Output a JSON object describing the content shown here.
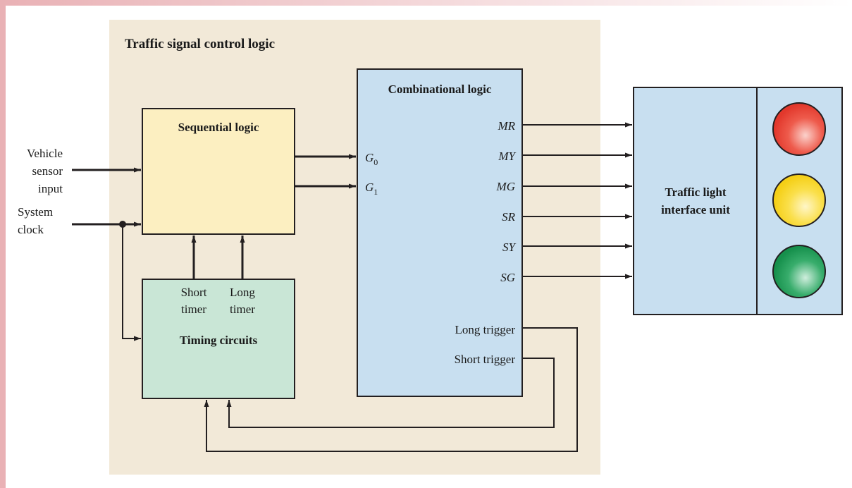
{
  "diagram": {
    "title": "Traffic signal control logic",
    "colors": {
      "frame_left": "#e9b1b5",
      "frame_top": "#f3d6d6",
      "panel": "#f2e9d8",
      "sequential_fill": "#fcefc1",
      "combinational_fill": "#c8dff0",
      "timing_fill": "#c9e6d6",
      "interface_fill": "#c8dff0",
      "line": "#231f20",
      "light_red": "#e83a2f",
      "light_yellow": "#f7d21e",
      "light_green": "#1f9a55"
    },
    "inputs": {
      "vehicle_sensor": [
        "Vehicle",
        "sensor",
        "input"
      ],
      "system_clock": [
        "System",
        "clock"
      ]
    },
    "sequential_logic": {
      "label": "Sequential logic"
    },
    "combinational_logic": {
      "label": "Combinational logic",
      "inputs": [
        {
          "base": "G",
          "sub": "0"
        },
        {
          "base": "G",
          "sub": "1"
        }
      ],
      "outputs": [
        "MR",
        "MY",
        "MG",
        "SR",
        "SY",
        "SG"
      ],
      "triggers": [
        "Long trigger",
        "Short trigger"
      ]
    },
    "timing_circuits": {
      "label": "Timing circuits",
      "timers": [
        [
          "Short",
          "timer"
        ],
        [
          "Long",
          "timer"
        ]
      ]
    },
    "interface_unit": {
      "label": [
        "Traffic light",
        "interface unit"
      ]
    },
    "lights": [
      "red",
      "yellow",
      "green"
    ]
  }
}
